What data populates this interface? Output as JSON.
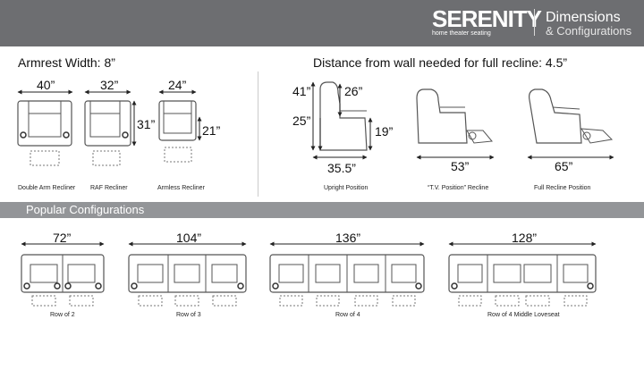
{
  "header": {
    "brand": "SERENITY",
    "tagline": "home theater seating",
    "title_line1": "Dimensions",
    "title_line2": "& Configurations"
  },
  "armrest_label": "Armrest Width: 8”",
  "distance_label": "Distance from wall needed for full recline: 4.5”",
  "recliners": [
    {
      "width": "40”",
      "caption": "Double Arm Recliner"
    },
    {
      "width": "32”",
      "caption": "RAF Recliner"
    },
    {
      "width": "24”",
      "caption": "Armless Recliner"
    }
  ],
  "recliner_heights": {
    "total": "31”",
    "seat": "21”"
  },
  "side_views": {
    "upright": {
      "back_height": "41”",
      "seat_back": "26”",
      "seat_height": "25”",
      "arm_height": "19”",
      "depth": "35.5”",
      "caption": "Upright Position"
    },
    "tv": {
      "depth": "53”",
      "caption": "“T.V. Position” Recline"
    },
    "full": {
      "depth": "65”",
      "caption": "Full Recline Position"
    }
  },
  "section_title": "Popular Configurations",
  "configurations": [
    {
      "width": "72”",
      "caption": "Row of 2"
    },
    {
      "width": "104”",
      "caption": "Row of 3"
    },
    {
      "width": "136”",
      "caption": "Row of 4"
    },
    {
      "width": "128”",
      "caption": "Row of 4 Middle Loveseat"
    }
  ]
}
